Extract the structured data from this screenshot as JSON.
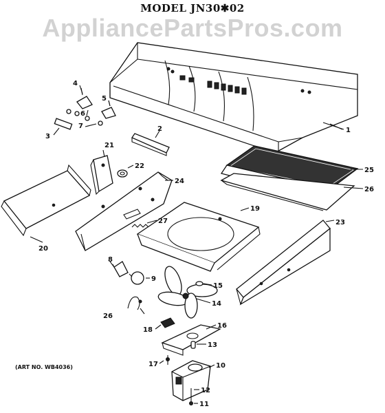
{
  "diagram": {
    "title": "MODEL JN30✱02",
    "watermark": "AppliancePartsPros.com",
    "art_number": "(ART NO. WB4036)",
    "parts": [
      {
        "id": "p1",
        "label": "1"
      },
      {
        "id": "p2",
        "label": "2"
      },
      {
        "id": "p3",
        "label": "3"
      },
      {
        "id": "p4",
        "label": "4"
      },
      {
        "id": "p5",
        "label": "5"
      },
      {
        "id": "p6",
        "label": "6"
      },
      {
        "id": "p7",
        "label": "7"
      },
      {
        "id": "p8",
        "label": "8"
      },
      {
        "id": "p9",
        "label": "9"
      },
      {
        "id": "p10",
        "label": "10"
      },
      {
        "id": "p11",
        "label": "11"
      },
      {
        "id": "p12",
        "label": "12"
      },
      {
        "id": "p13",
        "label": "13"
      },
      {
        "id": "p14",
        "label": "14"
      },
      {
        "id": "p15",
        "label": "15"
      },
      {
        "id": "p16",
        "label": "16"
      },
      {
        "id": "p17",
        "label": "17"
      },
      {
        "id": "p18",
        "label": "18"
      },
      {
        "id": "p19",
        "label": "19"
      },
      {
        "id": "p20",
        "label": "20"
      },
      {
        "id": "p21",
        "label": "21"
      },
      {
        "id": "p22",
        "label": "22"
      },
      {
        "id": "p23",
        "label": "23"
      },
      {
        "id": "p24",
        "label": "24"
      },
      {
        "id": "p25",
        "label": "25"
      },
      {
        "id": "p26a",
        "label": "26"
      },
      {
        "id": "p26b",
        "label": "26"
      },
      {
        "id": "p27",
        "label": "27"
      }
    ]
  }
}
